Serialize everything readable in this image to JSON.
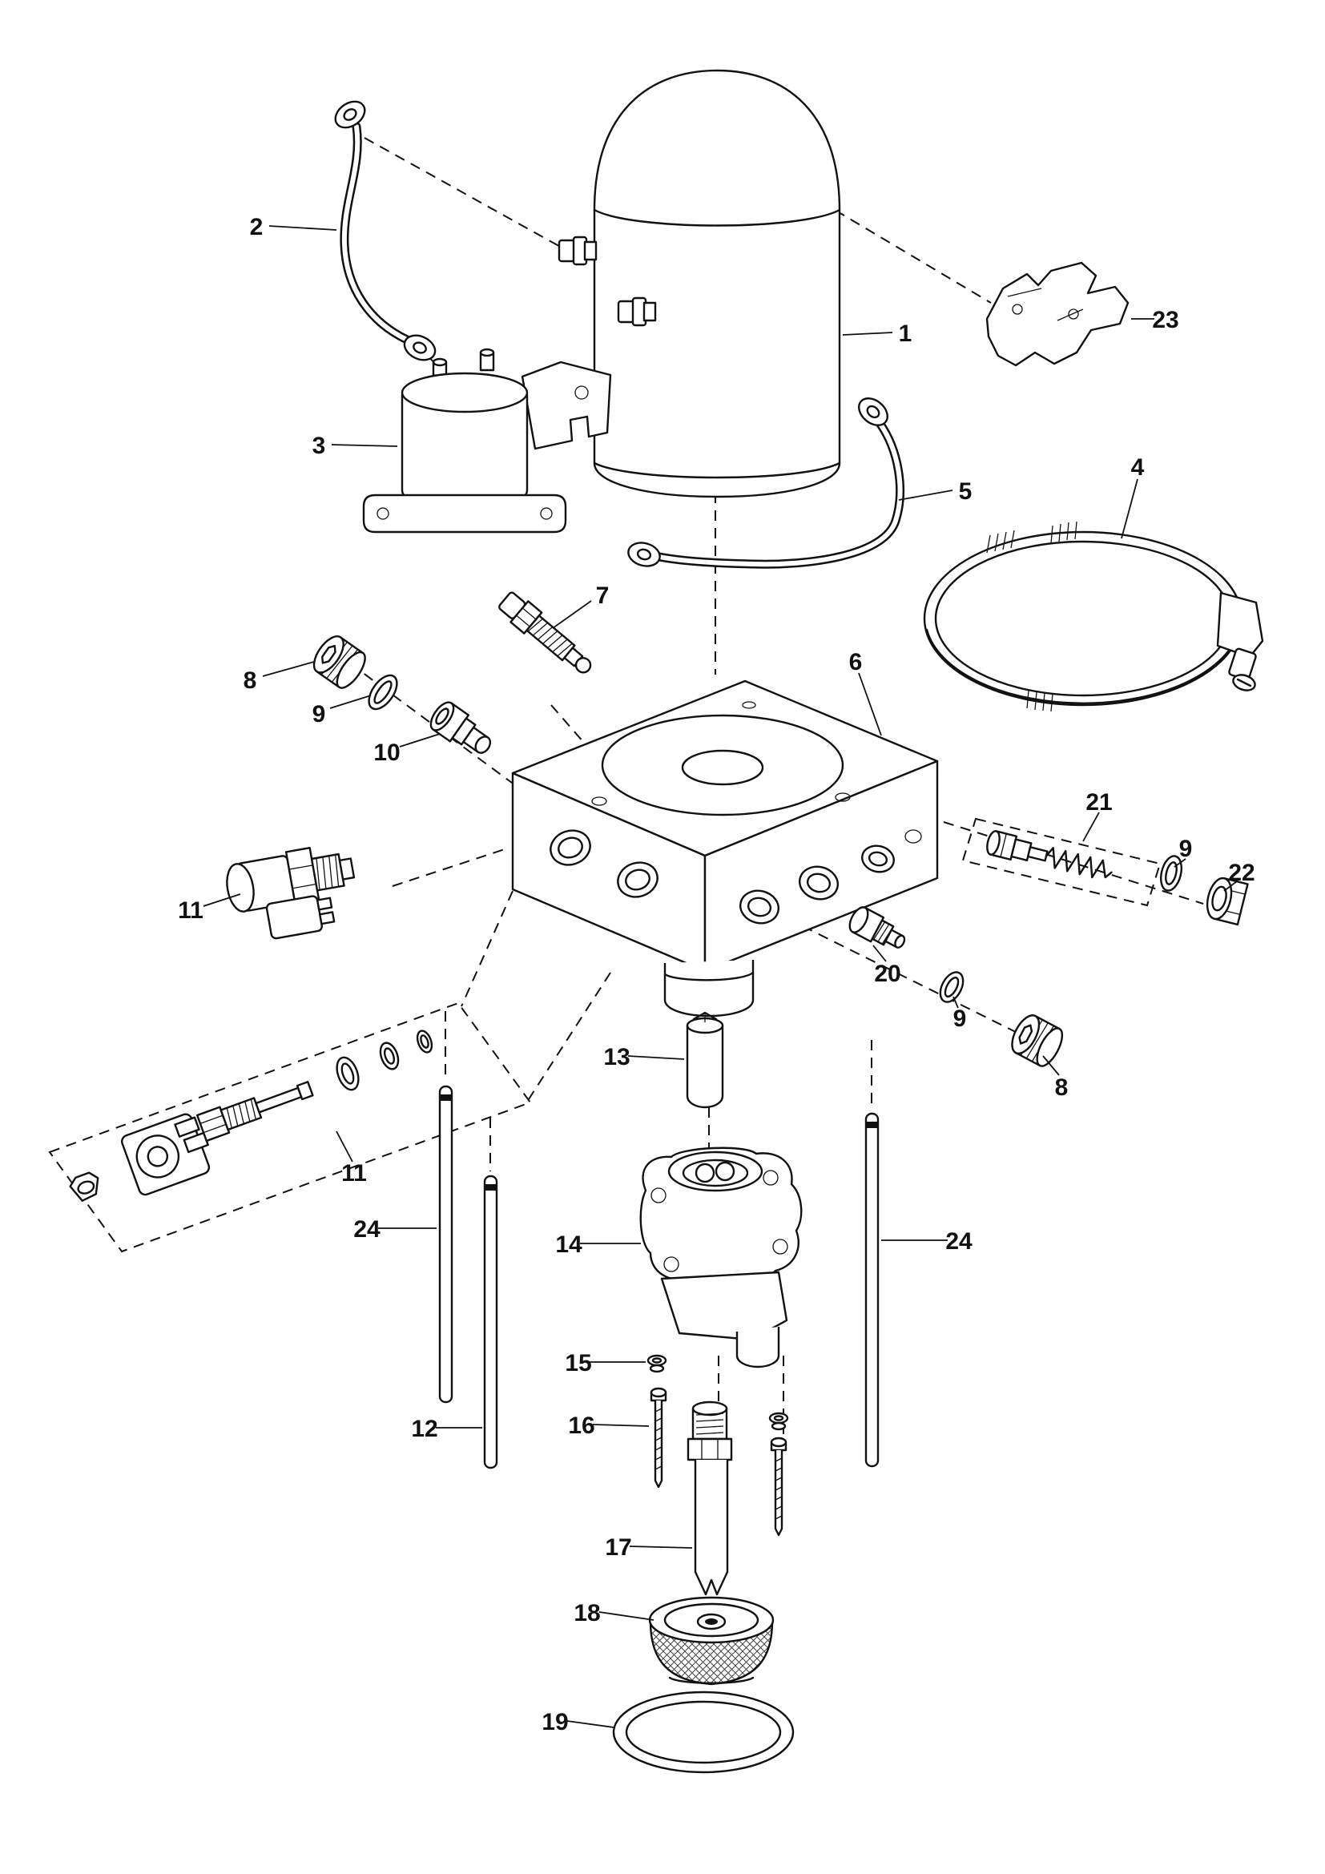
{
  "diagram": {
    "type": "exploded-parts-diagram",
    "subject": "hydraulic-pump-assembly",
    "background_color": "#ffffff",
    "line_color": "#111111"
  },
  "callouts": [
    {
      "label": "1",
      "part": "motor-reservoir-canister"
    },
    {
      "label": "2",
      "part": "battery-cable"
    },
    {
      "label": "3",
      "part": "solenoid"
    },
    {
      "label": "4",
      "part": "hose-clamp"
    },
    {
      "label": "5",
      "part": "motor-lead-wire"
    },
    {
      "label": "6",
      "part": "manifold-block"
    },
    {
      "label": "7",
      "part": "valve-fitting"
    },
    {
      "label": "8",
      "part": "socket-plug"
    },
    {
      "label": "9",
      "part": "o-ring"
    },
    {
      "label": "10",
      "part": "fitting"
    },
    {
      "label": "11",
      "part": "solenoid-valve"
    },
    {
      "label": "21",
      "part": "relief-valve-and-spring"
    },
    {
      "label": "9",
      "part": "o-ring"
    },
    {
      "label": "22",
      "part": "hex-plug"
    },
    {
      "label": "20",
      "part": "fitting"
    },
    {
      "label": "9",
      "part": "o-ring"
    },
    {
      "label": "8",
      "part": "socket-plug"
    },
    {
      "label": "13",
      "part": "drive-coupler"
    },
    {
      "label": "11",
      "part": "solenoid-valve-assembly"
    },
    {
      "label": "24",
      "part": "tube"
    },
    {
      "label": "14",
      "part": "gear-pump"
    },
    {
      "label": "24",
      "part": "tube"
    },
    {
      "label": "15",
      "part": "washer"
    },
    {
      "label": "16",
      "part": "screw"
    },
    {
      "label": "12",
      "part": "tube"
    },
    {
      "label": "17",
      "part": "pickup-tube"
    },
    {
      "label": "18",
      "part": "filter"
    },
    {
      "label": "19",
      "part": "o-ring"
    },
    {
      "label": "23",
      "part": "bracket"
    }
  ]
}
